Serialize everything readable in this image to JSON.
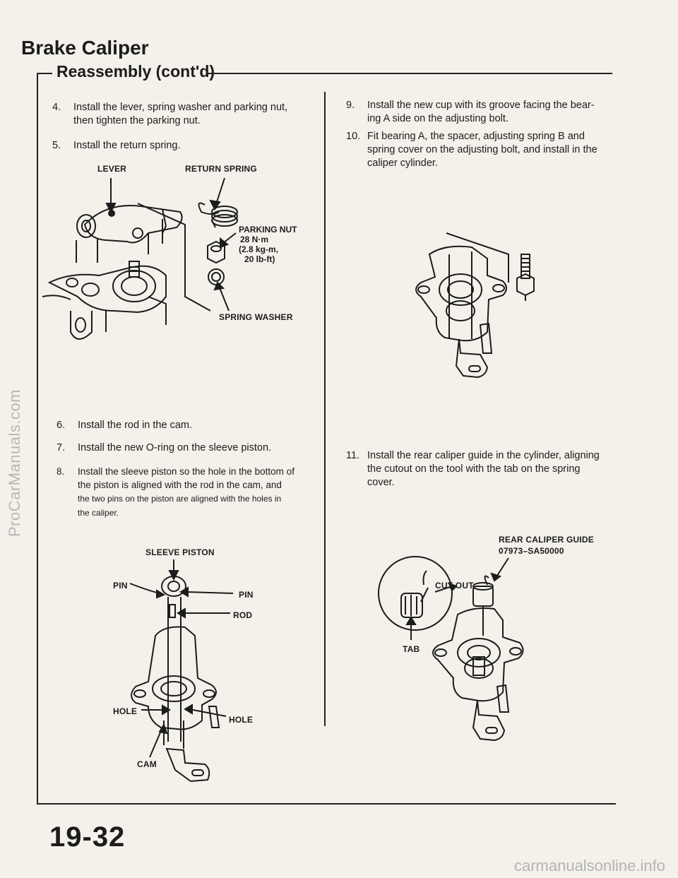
{
  "section_title": "Brake Caliper",
  "subsection_title": "Reassembly (cont'd)",
  "steps": [
    {
      "num": "4.",
      "lines": [
        "Install the lever, spring washer and parking nut,",
        "then tighten the parking nut."
      ]
    },
    {
      "num": "5.",
      "lines": [
        "Install the return spring."
      ]
    },
    {
      "num": "6.",
      "lines": [
        "Install the rod in the cam."
      ]
    },
    {
      "num": "7.",
      "lines": [
        "Install the new O-ring on the sleeve piston."
      ]
    },
    {
      "num": "8.",
      "lines": [
        "Install the sleeve piston so the hole in the bottom of",
        "the piston is aligned with the rod in the cam, and",
        "the two pins on the piston are aligned with the holes in",
        "the caliper."
      ]
    },
    {
      "num": "9.",
      "lines": [
        "Install the new cup with its groove facing the bear-",
        "ing A side on the adjusting bolt."
      ]
    },
    {
      "num": "10.",
      "lines": [
        "Fit bearing A, the spacer, adjusting spring B and",
        "spring cover on the adjusting bolt, and install in the",
        "caliper cylinder."
      ]
    },
    {
      "num": "11.",
      "lines": [
        "Install the rear caliper guide in the cylinder, aligning",
        "the cutout on the tool with the tab on the spring",
        "cover."
      ]
    }
  ],
  "figure1": {
    "lever": "LEVER",
    "return_spring": "RETURN SPRING",
    "parking_nut": [
      "PARKING NUT",
      "28 N·m",
      "(2.8 kg-m,",
      "20 lb-ft)"
    ],
    "spring_washer": "SPRING WASHER"
  },
  "figure3": {
    "sleeve_piston": "SLEEVE PISTON",
    "pin_left": "PIN",
    "pin_right": "PIN",
    "rod": "ROD",
    "hole_left": "HOLE",
    "hole_right": "HOLE",
    "cam": "CAM"
  },
  "figure4": {
    "tool_name": "REAR CALIPER GUIDE",
    "tool_number": "07973–SA50000",
    "cutout": "CUT-OUT",
    "tab": "TAB"
  },
  "page_number": "19-32",
  "watermark_left": "ProCarManuals.com",
  "watermark_bottom": "carmanualsonline.info"
}
